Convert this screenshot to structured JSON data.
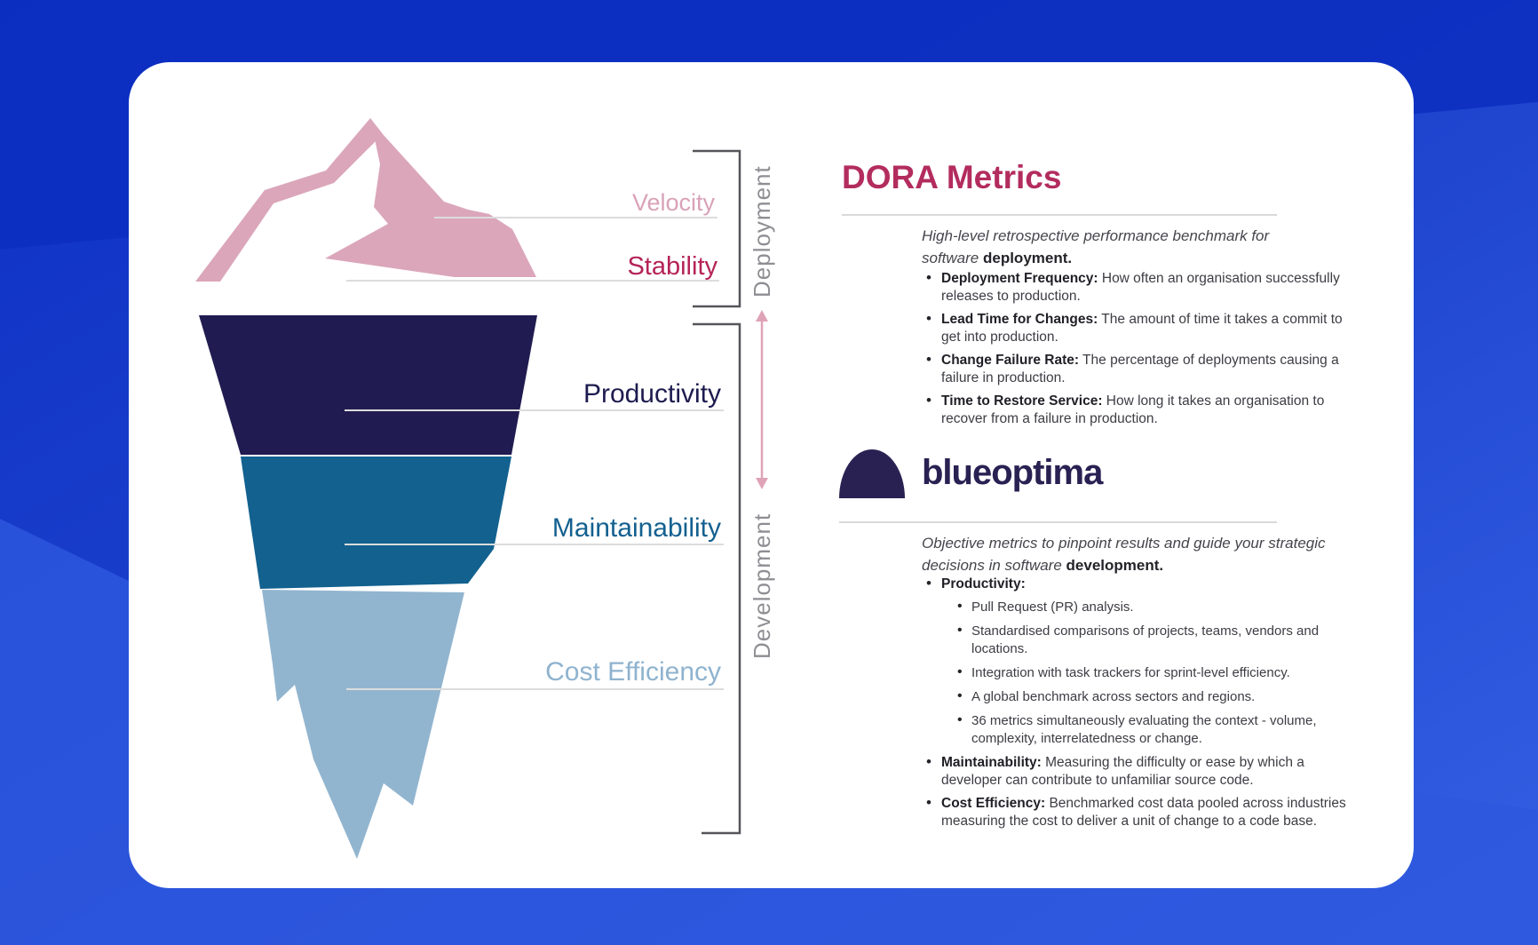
{
  "background": {
    "base_color": "#1c40cb",
    "dark_facet_color": "#0c2ec0",
    "light_facet_color": "#2e59df"
  },
  "card": {
    "bg_color": "#ffffff"
  },
  "iceberg": {
    "labels": {
      "velocity": "Velocity",
      "stability": "Stability",
      "productivity": "Productivity",
      "maintainability": "Maintainability",
      "cost_efficiency": "Cost Efficiency"
    },
    "side_labels": {
      "above_water": "Deployment",
      "below_water": "Development"
    },
    "colors": {
      "mountain_pink": "#dba6ba",
      "navy_section": "#201c51",
      "mid_section": "#12618f",
      "light_section": "#92b5cf",
      "velocity_label": "#d9a2b8",
      "stability_label": "#b52357",
      "productivity_label": "#1d1b4f",
      "maintainability_label": "#13608f",
      "cost_label": "#8fb3cf",
      "bracket": "#55555a",
      "side_label": "#8e8e93",
      "arrow_pink": "#dfa3b8",
      "underline": "#dcdcdc"
    }
  },
  "dora": {
    "title": "DORA Metrics",
    "title_color": "#b32c5e",
    "intro_italic": "High-level retrospective performance benchmark for software ",
    "intro_bold": "deployment.",
    "bullets": [
      {
        "bold": "Deployment Frequency:",
        "rest": " How often an organisation successfully releases to production."
      },
      {
        "bold": "Lead Time for Changes:",
        "rest": " The amount of time it takes a commit to get into production."
      },
      {
        "bold": "Change Failure Rate:",
        "rest": " The percentage of deployments causing a failure in production."
      },
      {
        "bold": "Time to Restore Service:",
        "rest": " How long it takes an organisation to recover from a failure in production."
      }
    ]
  },
  "blueoptima": {
    "logo_text": "blueoptima",
    "logo_color": "#2a2153",
    "intro_italic": "Objective metrics to pinpoint results and guide your strategic decisions in software ",
    "intro_bold": "development.",
    "productivity_head": "Productivity:",
    "productivity_subs": [
      "Pull Request (PR) analysis.",
      "Standardised comparisons of projects, teams, vendors and locations.",
      "Integration with task trackers for sprint-level efficiency.",
      "A global benchmark across sectors and regions.",
      "36 metrics simultaneously evaluating the context - volume, complexity, interrelatedness or change."
    ],
    "bullets_tail": [
      {
        "bold": "Maintainability:",
        "rest": " Measuring the difficulty or ease by which a developer can contribute to unfamiliar source code."
      },
      {
        "bold": "Cost Efficiency:",
        "rest": " Benchmarked cost data pooled across industries measuring the cost to deliver a unit of change to a code base."
      }
    ]
  }
}
